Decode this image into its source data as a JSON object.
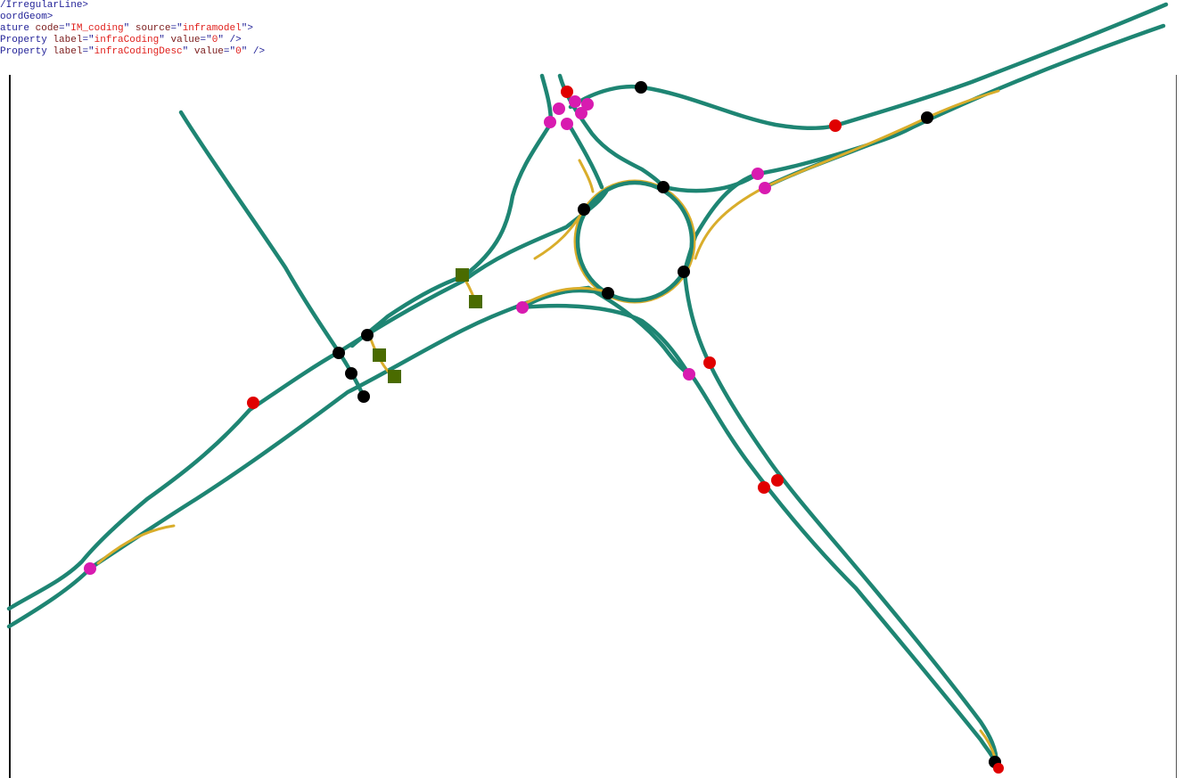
{
  "xml_source": {
    "lines": [
      {
        "kind": "close",
        "tag": "/IrregularLine",
        "raw": "/IrregularLine>"
      },
      {
        "kind": "close",
        "tag": "oordGeom",
        "raw": "oordGeom>"
      },
      {
        "kind": "feature",
        "tag": "ature",
        "attrs": [
          {
            "name": "code",
            "value": "IM_coding"
          },
          {
            "name": "source",
            "value": "inframodel"
          }
        ],
        "end": ">"
      },
      {
        "kind": "property",
        "tag": "Property",
        "attrs": [
          {
            "name": "label",
            "value": "infraCoding"
          },
          {
            "name": "value",
            "value": "0"
          }
        ],
        "end": " />"
      },
      {
        "kind": "property",
        "tag": "Property",
        "attrs": [
          {
            "name": "label",
            "value": "infraCodingDesc"
          },
          {
            "name": "value",
            "value": "0"
          }
        ],
        "end": " />"
      }
    ]
  },
  "map": {
    "colors": {
      "road": "#1e8573",
      "edge": "#d9ad2b",
      "node_black": "#000000",
      "node_red": "#e00000",
      "node_magenta": "#d81bb0",
      "node_square": "#4a6b00"
    },
    "node_types": [
      "black-junction",
      "red-point",
      "magenta-point",
      "green-square-marker"
    ]
  }
}
